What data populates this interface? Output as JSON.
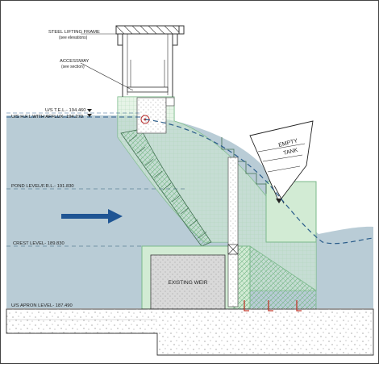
{
  "labels": {
    "frame": "STEEL LIFTING FRAME",
    "frame_sub": "(see elevations)",
    "access": "ACCESSWAY",
    "access_sub": "(see section)",
    "tel": "U/S T.E.L.- 194.460",
    "hfl": "U/S H.F.L WITH AFFLUX- 194.270",
    "pond": "POND LEVEL/F.R.L.- 191.830",
    "crest": "CREST LEVEL- 189.830",
    "apron": "U/S APRON LEVEL- 187.490",
    "weir": "EXISTING WEIR",
    "tank_line1": "EMPTY",
    "tank_line2": "TANK"
  },
  "colors": {
    "water": "#b9ccd6",
    "green_fill": "#d2ebd4",
    "hatch": "#79b88a",
    "arrow": "#1f5594",
    "dashed": "#2b5d8a",
    "concrete": "#ffffff",
    "weir": "#d9d9d9"
  },
  "icons": {
    "flow_arrow": "flow-direction-arrow",
    "level_marker": "triangle-level-marker"
  }
}
